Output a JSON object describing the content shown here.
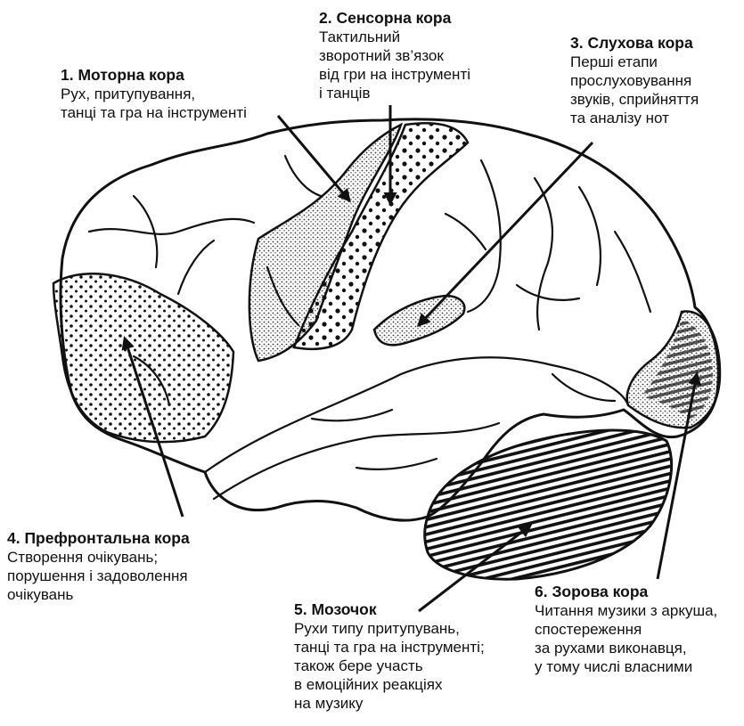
{
  "labels": [
    {
      "id": "motor",
      "title": "1. Моторна кора",
      "lines": [
        "Рух, притупування,",
        "танці та гра на інструменті"
      ]
    },
    {
      "id": "sensory",
      "title": "2. Сенсорна кора",
      "lines": [
        "Тактильний",
        "зворотний зв’язок",
        "від гри  на інструменті",
        "і танців"
      ]
    },
    {
      "id": "auditory",
      "title": "3. Слухова кора",
      "lines": [
        "Перші етапи",
        "прослуховування",
        "звуків, сприйняття",
        "та аналізу нот"
      ]
    },
    {
      "id": "prefrontal",
      "title": "4. Префронтальна кора",
      "lines": [
        "Створення очікувань;",
        "порушення і задоволення",
        "очікувань"
      ]
    },
    {
      "id": "cerebellum",
      "title": "5. Мозочок",
      "lines": [
        "Рухи типу притупувань,",
        "танці та гра на інструменті;",
        "також бере участь",
        "в емоційних реакціях",
        "на музику"
      ]
    },
    {
      "id": "visual",
      "title": "6. Зорова кора",
      "lines": [
        "Читання музики з аркуша,",
        "спостереження",
        "за рухами виконавця,",
        " у тому числі власними"
      ]
    }
  ],
  "colors": {
    "ink": "#111111",
    "paper": "#ffffff"
  }
}
